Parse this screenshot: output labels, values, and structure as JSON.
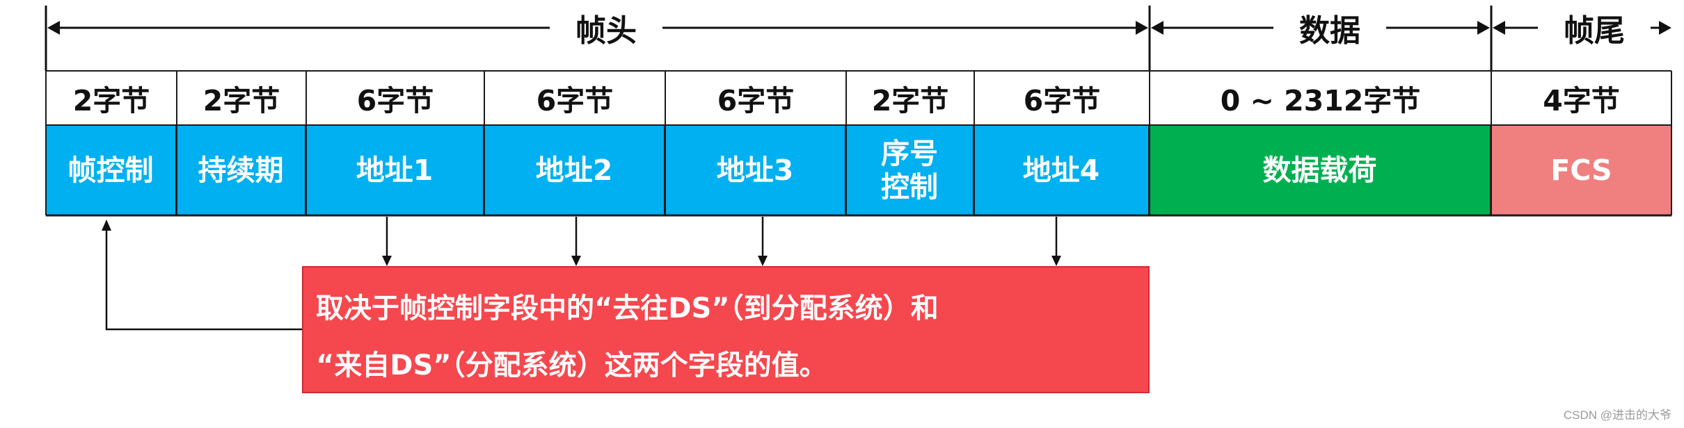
{
  "spans": {
    "header": "帧头",
    "data": "数据",
    "trailer": "帧尾"
  },
  "fields": [
    {
      "size": "2字节",
      "name": "帧控制",
      "color": "#00b0f0"
    },
    {
      "size": "2字节",
      "name": "持续期",
      "color": "#00b0f0"
    },
    {
      "size": "6字节",
      "name": "地址1",
      "color": "#00b0f0"
    },
    {
      "size": "6字节",
      "name": "地址2",
      "color": "#00b0f0"
    },
    {
      "size": "6字节",
      "name": "地址3",
      "color": "#00b0f0"
    },
    {
      "size": "2字节",
      "name_line1": "序号",
      "name_line2": "控制",
      "color": "#00b0f0"
    },
    {
      "size": "6字节",
      "name": "地址4",
      "color": "#00b0f0"
    },
    {
      "size": "0 ~ 2312字节",
      "name": "数据载荷",
      "color": "#00b050"
    },
    {
      "size": "4字节",
      "name": "FCS",
      "color": "#f08080"
    }
  ],
  "note": {
    "line1": "取决于帧控制字段中的“去往DS”（到分配系统）和",
    "line2": "“来自DS”（分配系统）这两个字段的值。",
    "color": "#f5474e"
  },
  "watermark": "CSDN @进击的大爷"
}
